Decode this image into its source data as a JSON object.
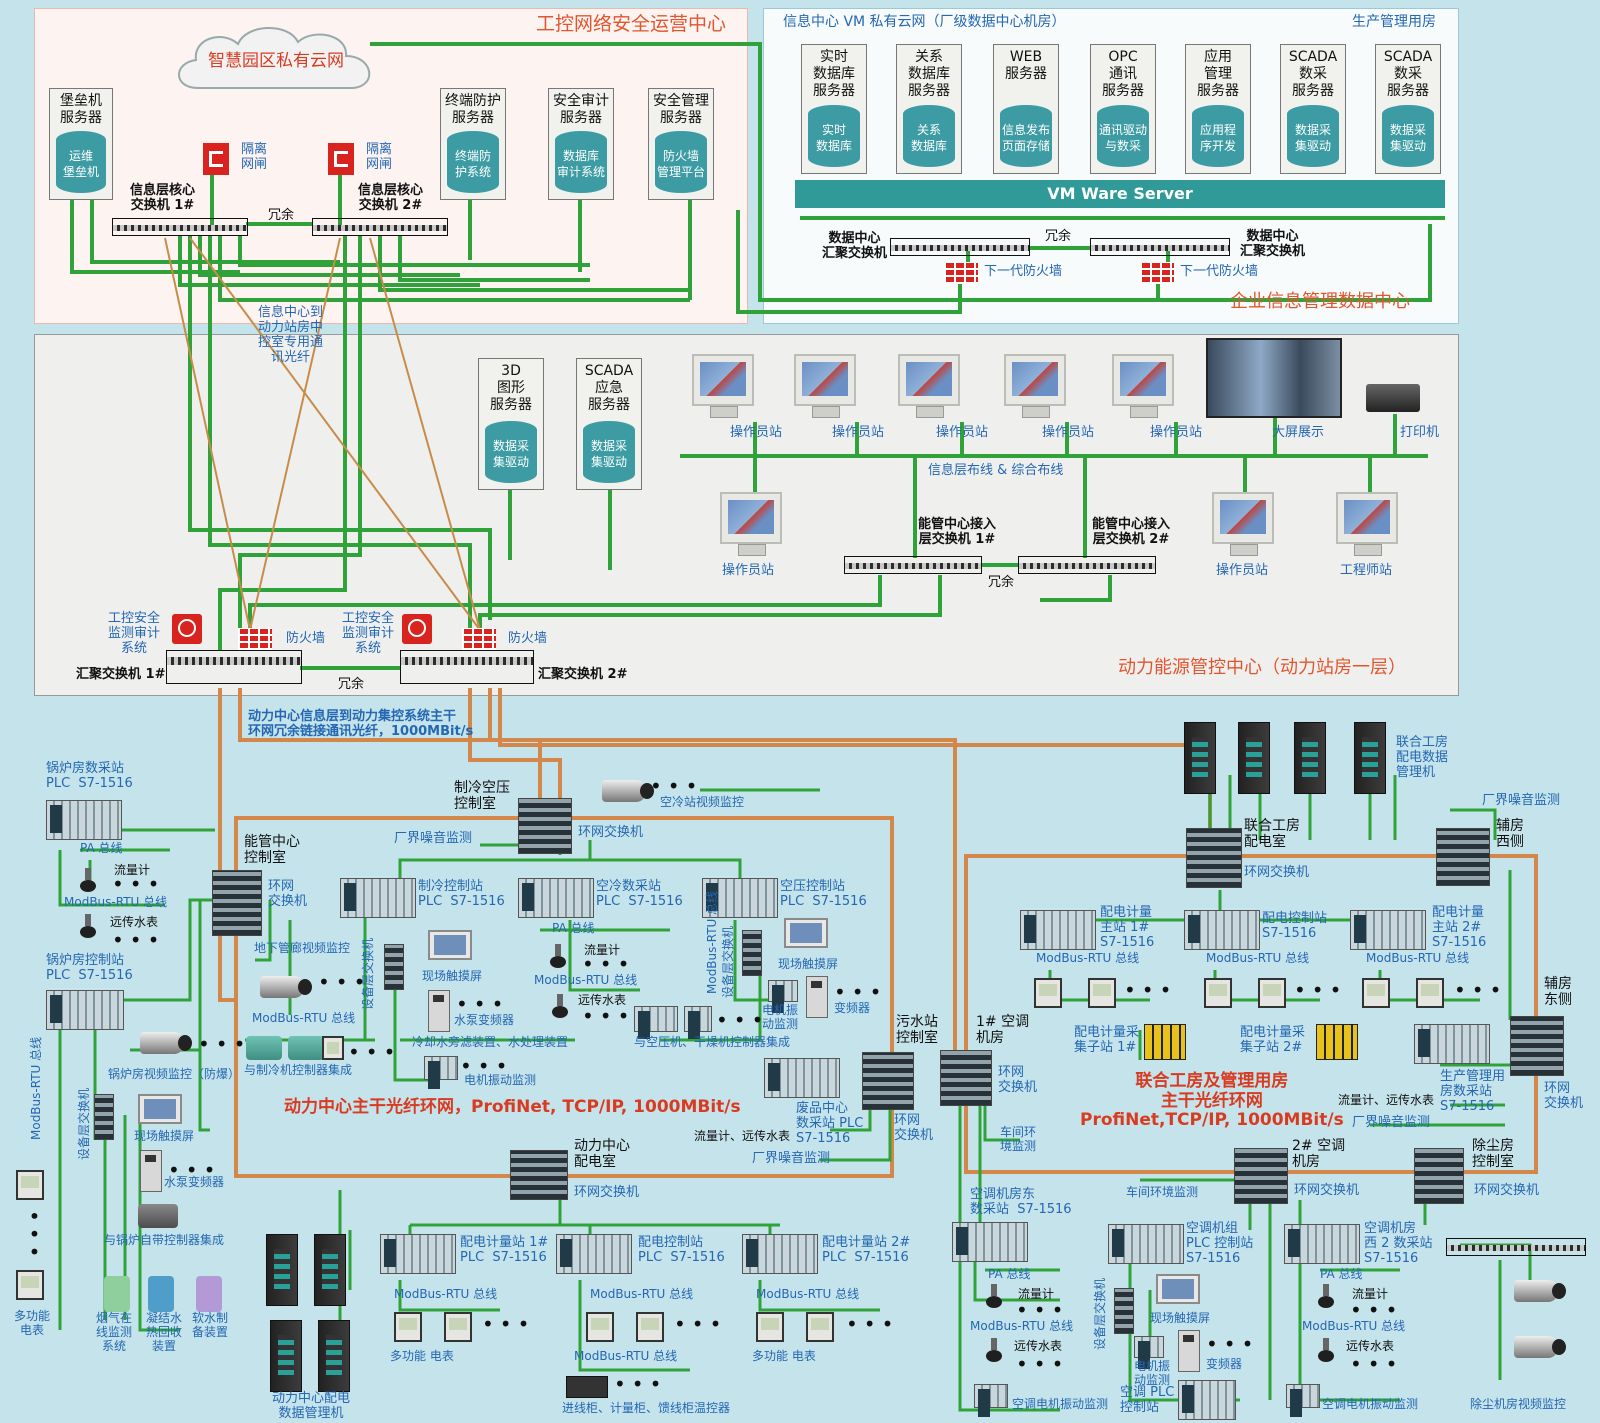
{
  "top_left_zone": {
    "title": "工控网络安全运营中心",
    "cloud": "智慧园区私有云网",
    "gateway1": "隔离\n网闸",
    "gateway2": "隔离\n网闸",
    "servers": [
      {
        "name": "堡垒机\n服务器",
        "db": "运维\n堡垒机"
      },
      {
        "name": "终端防护\n服务器",
        "db": "终端防\n护系统"
      },
      {
        "name": "安全审计\n服务器",
        "db": "数据库\n审计系统"
      },
      {
        "name": "安全管理\n服务器",
        "db": "防火墙\n管理平台"
      }
    ],
    "core_switch_1": "信息层核心\n交换机 1#",
    "core_switch_2": "信息层核心\n交换机 2#",
    "redundant": "冗余",
    "fiber_note": "信息中心到\n动力站房中\n控室专用通\n讯光纤"
  },
  "top_right_zone": {
    "title": "信息中心 VM 私有云网（厂级数据中心机房）",
    "subtitle": "生产管理用房",
    "servers": [
      {
        "name": "实时\n数据库\n服务器",
        "db": "实时\n数据库"
      },
      {
        "name": "关系\n数据库\n服务器",
        "db": "关系\n数据库"
      },
      {
        "name": "WEB\n服务器",
        "db": "信息发布\n页面存储"
      },
      {
        "name": "OPC\n通讯\n服务器",
        "db": "通讯驱动\n与数采"
      },
      {
        "name": "应用\n管理\n服务器",
        "db": "应用程\n序开发"
      },
      {
        "name": "SCADA\n数采\n服务器",
        "db": "数据采\n集驱动"
      },
      {
        "name": "SCADA\n数采\n服务器",
        "db": "数据采\n集驱动"
      }
    ],
    "vmware": "VM Ware Server",
    "dc_switch_1": "数据中心\n汇聚交换机",
    "dc_switch_2": "数据中心\n汇聚交换机",
    "redundant": "冗余",
    "firewall_1": "下一代防火墙",
    "firewall_2": "下一代防火墙",
    "footer": "企业信息管理数据中心"
  },
  "middle_zone": {
    "title": "动力能源管控中心（动力站房一层）",
    "server_3d": {
      "name": "3D\n图形\n服务器",
      "db": "数据采\n集驱动"
    },
    "server_scada": {
      "name": "SCADA\n应急\n服务器",
      "db": "数据采\n集驱动"
    },
    "operator": "操作员站",
    "big_screen": "大屏展示",
    "printer": "打印机",
    "bus_label": "信息层布线 & 综合布线",
    "access_switch_1": "能管中心接入\n层交换机 1#",
    "access_switch_2": "能管中心接入\n层交换机 2#",
    "redundant": "冗余",
    "engineer": "工程师站",
    "audit_1": "工控安全\n监测审计\n系统",
    "audit_2": "工控安全\n监测审计\n系统",
    "firewall": "防火墙",
    "agg_switch_1": "汇聚交换机 1#",
    "agg_switch_2": "汇聚交换机 2#",
    "trunk_note": "动力中心信息层到动力集控系统主干\n环网冗余链接通讯光纤，1000MBit/s"
  },
  "bottom_left": {
    "ring_label": "动力中心主干光纤环网，ProfiNet, TCP/IP, 1000MBit/s",
    "boiler_daq": "锅炉房数采站\nPLC  S7-1516",
    "pa_bus": "PA 总线",
    "flowmeter": "流量计",
    "modbus": "ModBus-RTU 总线",
    "remote_meter": "远传水表",
    "boiler_ctrl": "锅炉房控制站\nPLC  S7-1516",
    "modbus_vertical": "ModBus-RTU 总线",
    "device_switch_vertical": "设备层交换机",
    "boiler_video": "锅炉房视频监控（防爆）",
    "touchscreen": "现场触摸屏",
    "pump_vfd": "水泵变频器",
    "boiler_integration": "与锅炉自带控制器集成",
    "multi_meter": "多功能\n电表",
    "flue_gas": "烟气在\n线监测\n系统",
    "condensate": "凝结水\n热回收\n装置",
    "soft_water": "软水制\n备装置",
    "energy_ctrl_room": "能管中心\n控制室",
    "ring_switch": "环网\n交换机",
    "tunnel_video": "地下管廊视频监控",
    "chiller_integration": "与制冷机控制器集成",
    "cooling_water": "冷却水旁滤装置、水处理装置",
    "motor_vib": "电机振动监测",
    "refrig_room": "制冷空压\n控制室",
    "noise": "厂界噪音监测",
    "compressor_video": "空冷站视频监控",
    "ring_switch_h": "环网交换机",
    "refrig_station": "制冷控制站\nPLC  S7-1516",
    "air_daq": "空冷数采站\nPLC  S7-1516",
    "air_comp_station": "空压控制站\nPLC  S7-1516",
    "modbus_rtu_vertical": "ModBus-RTU 总线",
    "device_switch_2": "设备层交换机",
    "vfd": "变频器",
    "motor_vib_2": "电机振\n动监测",
    "compressor_integration": "与空压机、干燥机控制器集成",
    "sewage_room": "污水站\n控制室",
    "waste_plc": "废品中心\n数采站 PLC\nS7-1516",
    "flow_remote": "流量计、远传水表",
    "power_room": "动力中心\n配电室",
    "meter_sub1": "配电计量站 1#\nPLC  S7-1516",
    "dist_ctrl": "配电控制站\nPLC  S7-1516",
    "meter_sub2": "配电计量站 2#\nPLC  S7-1516",
    "power_mgmt": "动力中心配电\n数据管理机",
    "cabinets": "进线柜、计量柜、馈线柜温控器"
  },
  "bottom_right": {
    "joint_mgmt": "联合工房\n配电数据\n管理机",
    "joint_room": "联合工房\n配电室",
    "ring_switch": "环网交换机",
    "noise_top": "厂界噪音监测",
    "aux_west": "辅房\n西侧",
    "meter_main1": "配电计量\n主站 1#\nS7-1516",
    "dist_ctrl": "配电控制站\nS7-1516",
    "meter_main2": "配电计量\n主站 2#\nS7-1516",
    "collector1": "配电计量采\n集子站 1#",
    "collector2": "配电计量采\n集子站 2#",
    "ac_room1": "1# 空调\n机房",
    "ring_switch_v": "环网\n交换机",
    "workshop_env": "车间环\n境监测",
    "ring_label": "联合工房及管理用房\n主干光纤环网\nProfiNet,TCP/IP, 1000MBit/s",
    "prod_mgmt": "生产管理用\n房数采站\nS7-1516",
    "aux_east": "辅房\n东侧",
    "ac_east": "空调机房东\n数采站  S7-1516",
    "ac_room2": "2# 空调\n机房",
    "workshop_env_h": "车间环境监测",
    "dust_room": "除尘房\n控制室",
    "ac_plc": "空调机组\nPLC 控制站\nS7-1516",
    "ac_west": "空调机房\n西 2 数采站\nS7-1516",
    "ac_vib": "空调电机振动监测",
    "ac_plc_ctrl": "空调 PLC\n控制站",
    "ac_vib_2": "空调电机振动监测",
    "dust_video": "除尘机房视频监控"
  }
}
